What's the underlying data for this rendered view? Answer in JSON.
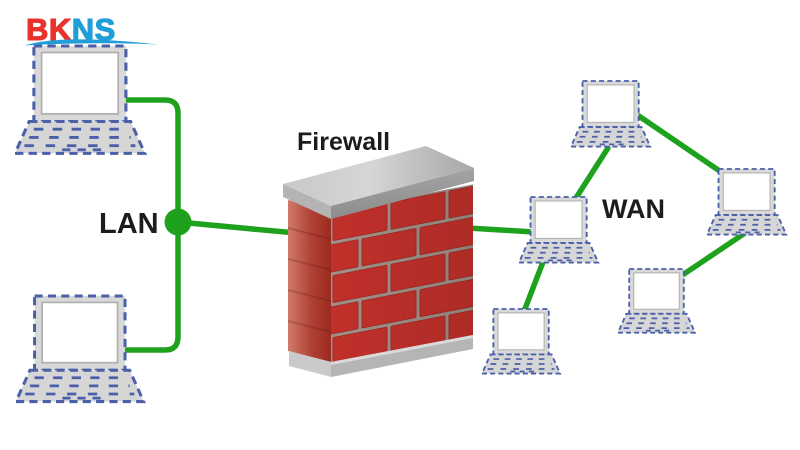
{
  "logo": {
    "text_red": "BK",
    "text_blue": "NS",
    "color_red": "#e8332c",
    "color_blue": "#1f9ed8"
  },
  "labels": {
    "firewall": "Firewall",
    "lan": "LAN",
    "wan": "WAN"
  },
  "colors": {
    "line_green": "#1ea21e",
    "brick_red": "#c1302b",
    "mortar_gray": "#9d9189",
    "cap_gray": "#c6c6c6",
    "laptop_dash_blue": "#4b60a8",
    "laptop_fill": "#d9d9d9",
    "label_black": "#1c1c1c",
    "background": "#ffffff"
  },
  "diagram": {
    "type": "network-topology",
    "description": "Two LAN laptops join at a junction, pass through a brick firewall to a WAN mesh of five laptops",
    "nodes": [
      {
        "id": "lan-laptop-1",
        "kind": "laptop",
        "zone": "LAN"
      },
      {
        "id": "lan-laptop-2",
        "kind": "laptop",
        "zone": "LAN"
      },
      {
        "id": "lan-junction",
        "kind": "junction-dot",
        "zone": "LAN"
      },
      {
        "id": "firewall",
        "kind": "brick-wall",
        "zone": "perimeter"
      },
      {
        "id": "wan-laptop-hub",
        "kind": "laptop",
        "zone": "WAN"
      },
      {
        "id": "wan-laptop-top",
        "kind": "laptop",
        "zone": "WAN"
      },
      {
        "id": "wan-laptop-right",
        "kind": "laptop",
        "zone": "WAN"
      },
      {
        "id": "wan-laptop-bottom-right",
        "kind": "laptop",
        "zone": "WAN"
      },
      {
        "id": "wan-laptop-bottom",
        "kind": "laptop",
        "zone": "WAN"
      }
    ],
    "edges": [
      [
        "lan-laptop-1",
        "lan-junction"
      ],
      [
        "lan-laptop-2",
        "lan-junction"
      ],
      [
        "lan-junction",
        "firewall"
      ],
      [
        "firewall",
        "wan-laptop-hub"
      ],
      [
        "wan-laptop-hub",
        "wan-laptop-top"
      ],
      [
        "wan-laptop-hub",
        "wan-laptop-bottom"
      ],
      [
        "wan-laptop-top",
        "wan-laptop-right"
      ],
      [
        "wan-laptop-right",
        "wan-laptop-bottom-right"
      ]
    ]
  }
}
